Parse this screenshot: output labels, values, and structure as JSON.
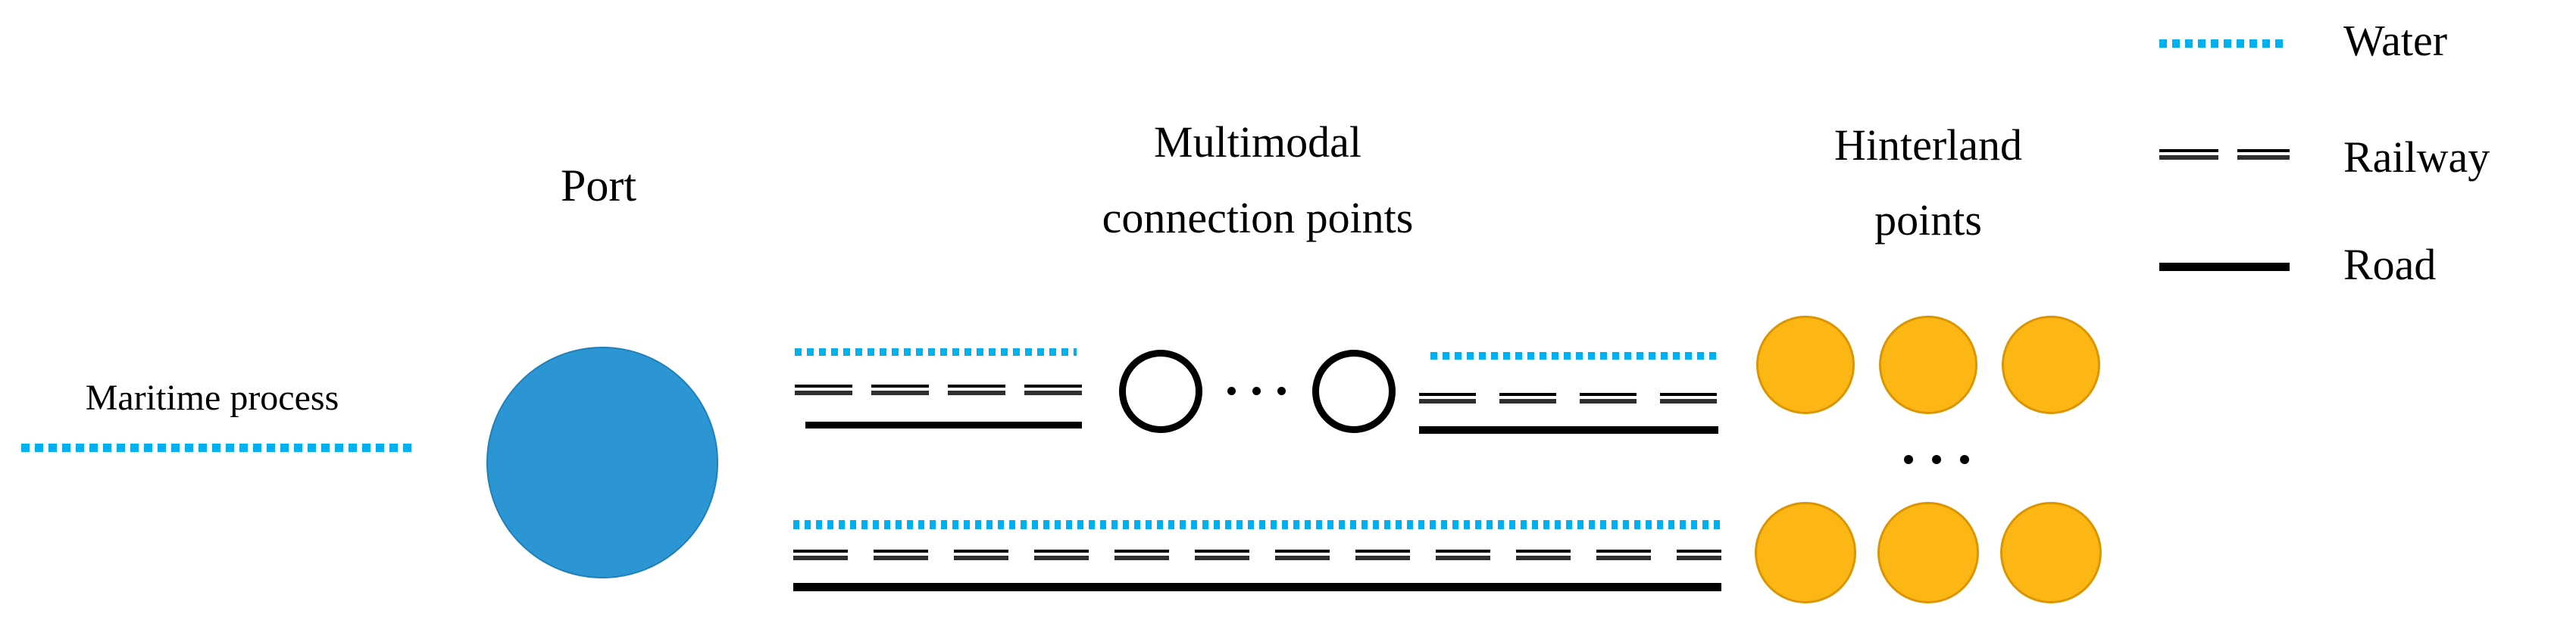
{
  "title_row": {
    "port": "Port",
    "multimodal": {
      "line1": "Multimodal",
      "line2": "connection points"
    },
    "hinterland": {
      "line1": "Hinterland",
      "line2": "points"
    }
  },
  "maritime": {
    "label": "Maritime process"
  },
  "legend": {
    "items": [
      {
        "label": "Water",
        "style": "dotted-line",
        "color": "#00B0F0"
      },
      {
        "label": "Railway",
        "style": "double-dash-line",
        "color": "#000000"
      },
      {
        "label": "Road",
        "style": "solid-line",
        "color": "#000000"
      }
    ]
  },
  "network": {
    "port_node_count": 1,
    "port_fill_color": "#2B96D3",
    "multimodal_nodes_shown": 2,
    "multimodal_node_fill": "#FFFFFF",
    "multimodal_node_stroke": "#000000",
    "hinterland_rows_shown": 2,
    "hinterland_nodes_per_row": 3,
    "hinterland_fill_color": "#FDB714",
    "ellipsis_between_multimodal_nodes": true,
    "ellipsis_between_hinterland_rows": true,
    "links": [
      {
        "from": "port",
        "to": "multimodal-connection-points",
        "modes": [
          "water",
          "railway",
          "road"
        ]
      },
      {
        "from": "multimodal-connection-points",
        "to": "hinterland-points",
        "modes": [
          "water",
          "railway",
          "road"
        ]
      },
      {
        "from": "port",
        "to": "hinterland-points",
        "modes": [
          "water",
          "railway",
          "road"
        ]
      }
    ]
  }
}
